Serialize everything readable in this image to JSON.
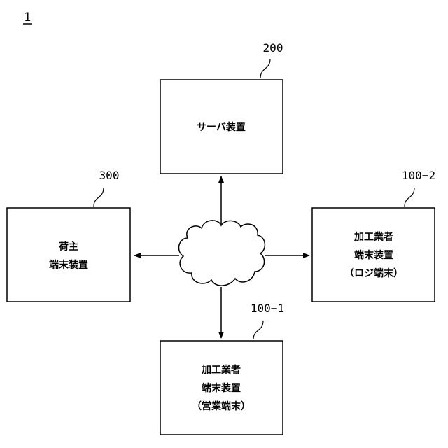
{
  "figure_label": "1",
  "network": {
    "icon": "cloud-icon"
  },
  "nodes": {
    "server": {
      "ref": "200",
      "lines": [
        "サーバ装置"
      ]
    },
    "shipper": {
      "ref": "300",
      "lines": [
        "荷主",
        "端末装置"
      ]
    },
    "processor_logi": {
      "ref": "100−2",
      "lines": [
        "加工業者",
        "端末装置",
        "（ロジ端末）"
      ]
    },
    "processor_sales": {
      "ref": "100−1",
      "lines": [
        "加工業者",
        "端末装置",
        "（営業端末）"
      ]
    }
  }
}
